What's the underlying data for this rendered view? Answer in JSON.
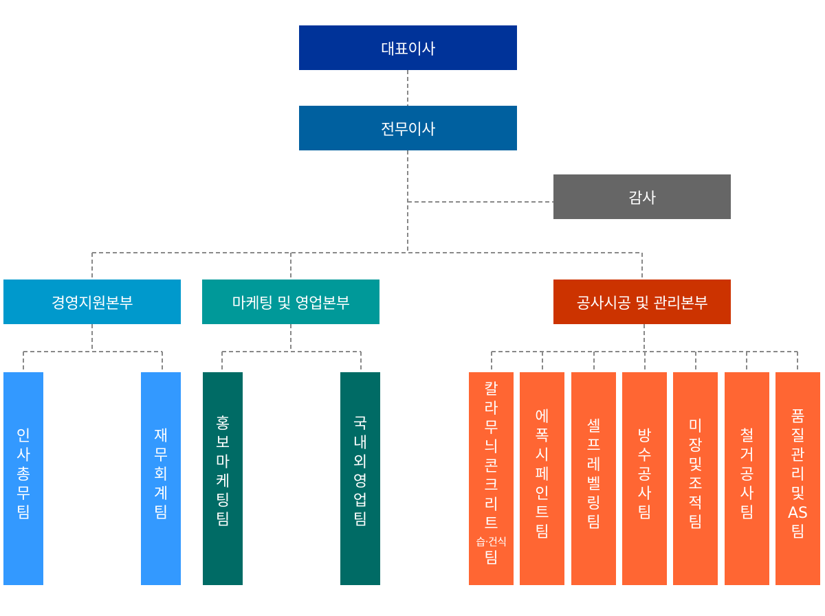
{
  "colors": {
    "ceo": "#003399",
    "managing_director": "#00609f",
    "auditor": "#666666",
    "mgmt_division": "#0099cc",
    "marketing_division": "#009999",
    "construction_division": "#cc3300",
    "mgmt_teams": "#3399ff",
    "marketing_teams": "#006b65",
    "construction_teams": "#ff6633",
    "connector": "#888888"
  },
  "org": {
    "ceo": "대표이사",
    "managing_director": "전무이사",
    "auditor": "감사",
    "divisions": {
      "management": {
        "name": "경영지원본부",
        "teams": [
          "인사총무팀",
          "재무회계팀"
        ]
      },
      "marketing": {
        "name": "마케팅 및 영업본부",
        "teams": [
          "홍보마케팅팀",
          "국내외영업팀"
        ]
      },
      "construction": {
        "name": "공사시공 및 관리본부",
        "teams": [
          {
            "main": "칼라무늬콘크리트",
            "sub": "습·건식",
            "suffix": "팀"
          },
          {
            "main": "에폭시페인트팀"
          },
          {
            "main": "셀프레벨링팀"
          },
          {
            "main": "방수공사팀"
          },
          {
            "main": "미장및조적팀"
          },
          {
            "main": "철거공사팀"
          },
          {
            "main": "품질관리및AS팀"
          }
        ]
      }
    }
  }
}
